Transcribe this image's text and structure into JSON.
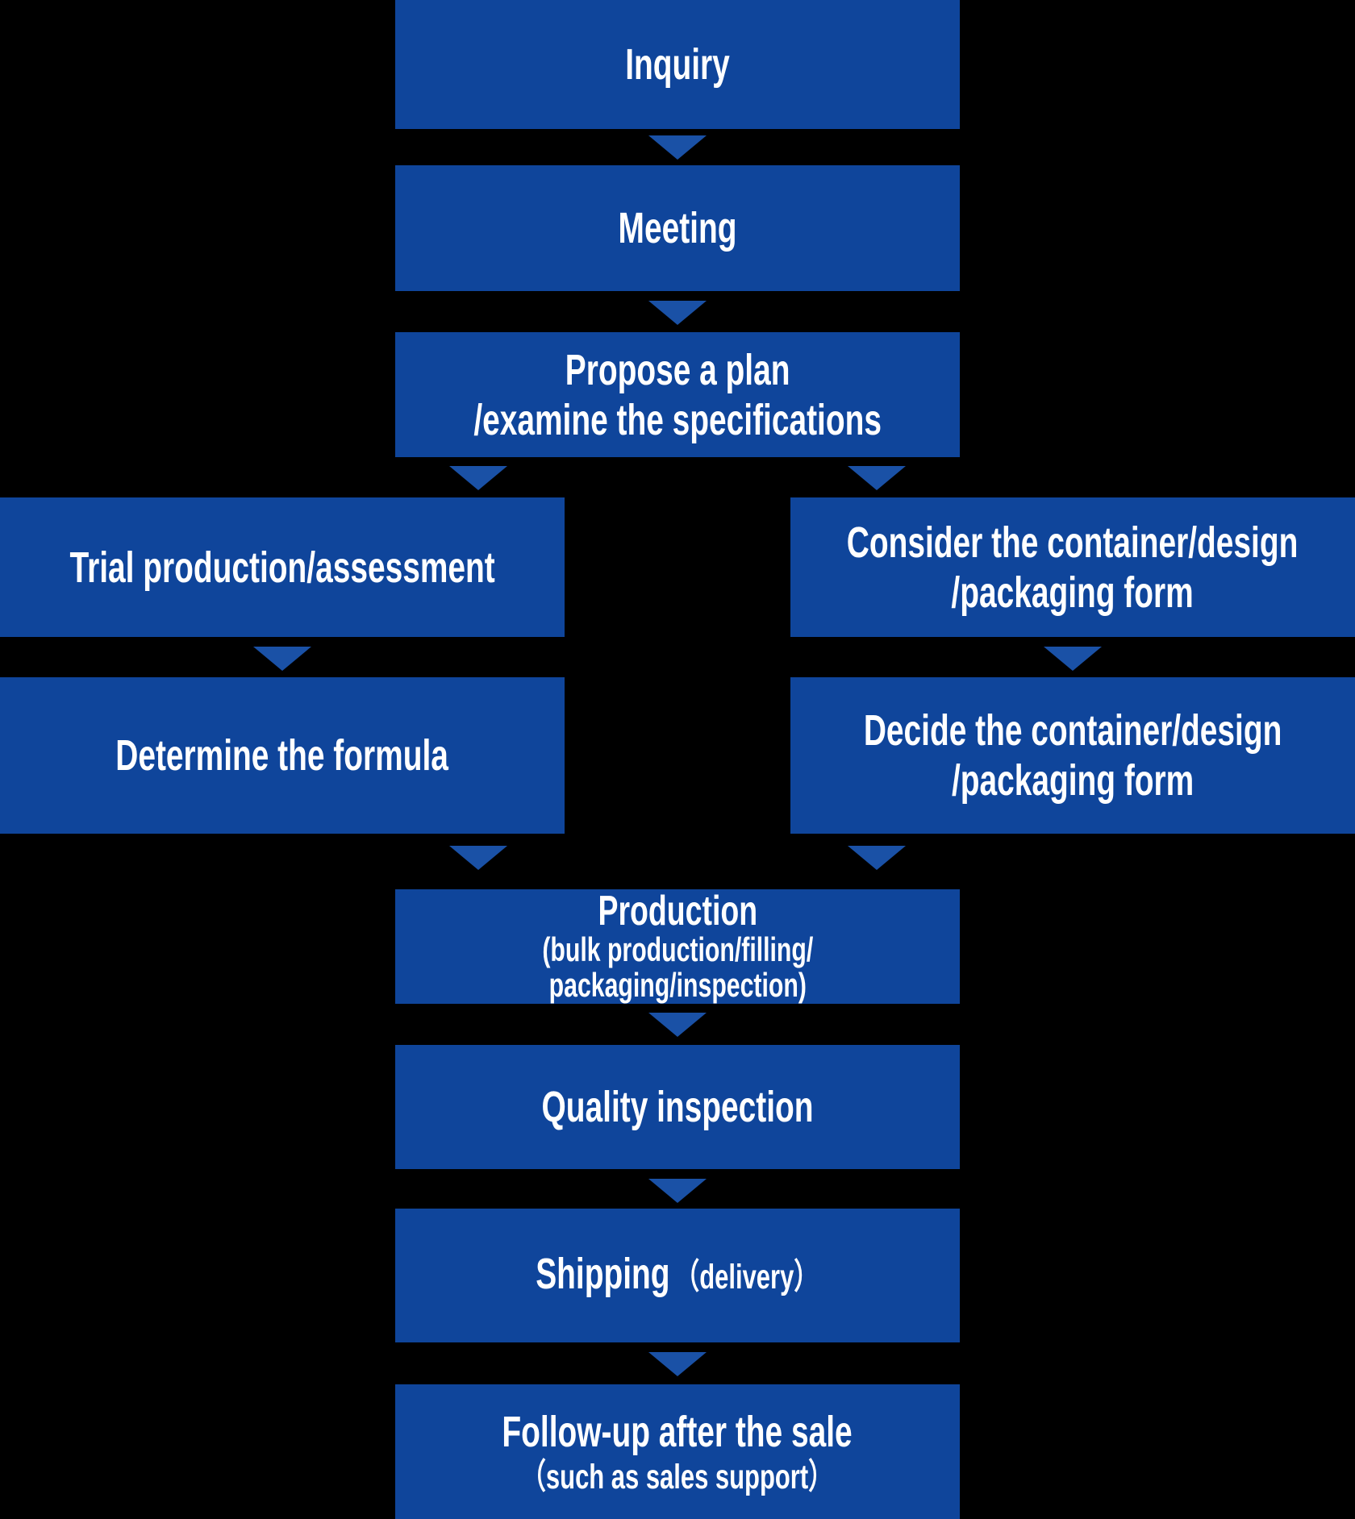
{
  "flow": {
    "colors": {
      "background": "#000000",
      "box": "#0f459b",
      "arrow": "#1a51a6",
      "text": "#ffffff"
    },
    "nodes": [
      {
        "id": "inquiry",
        "lines": [
          "Inquiry"
        ]
      },
      {
        "id": "meeting",
        "lines": [
          "Meeting"
        ]
      },
      {
        "id": "propose-plan",
        "lines": [
          "Propose a plan",
          "/examine the specifications"
        ]
      },
      {
        "id": "trial-production",
        "lines": [
          "Trial production/assessment"
        ]
      },
      {
        "id": "consider-container",
        "lines": [
          "Consider the container/design",
          "/packaging form"
        ]
      },
      {
        "id": "determine-formula",
        "lines": [
          "Determine the formula"
        ]
      },
      {
        "id": "decide-container",
        "lines": [
          "Decide the container/design",
          "/packaging form"
        ]
      },
      {
        "id": "production",
        "lines": [
          "Production",
          "(bulk production/filling/",
          "packaging/inspection)"
        ]
      },
      {
        "id": "quality-inspection",
        "lines": [
          "Quality inspection"
        ]
      },
      {
        "id": "shipping",
        "main": "Shipping",
        "sub": "（delivery）"
      },
      {
        "id": "follow-up",
        "lines": [
          "Follow-up after the sale",
          "（such as sales support）"
        ]
      }
    ]
  }
}
